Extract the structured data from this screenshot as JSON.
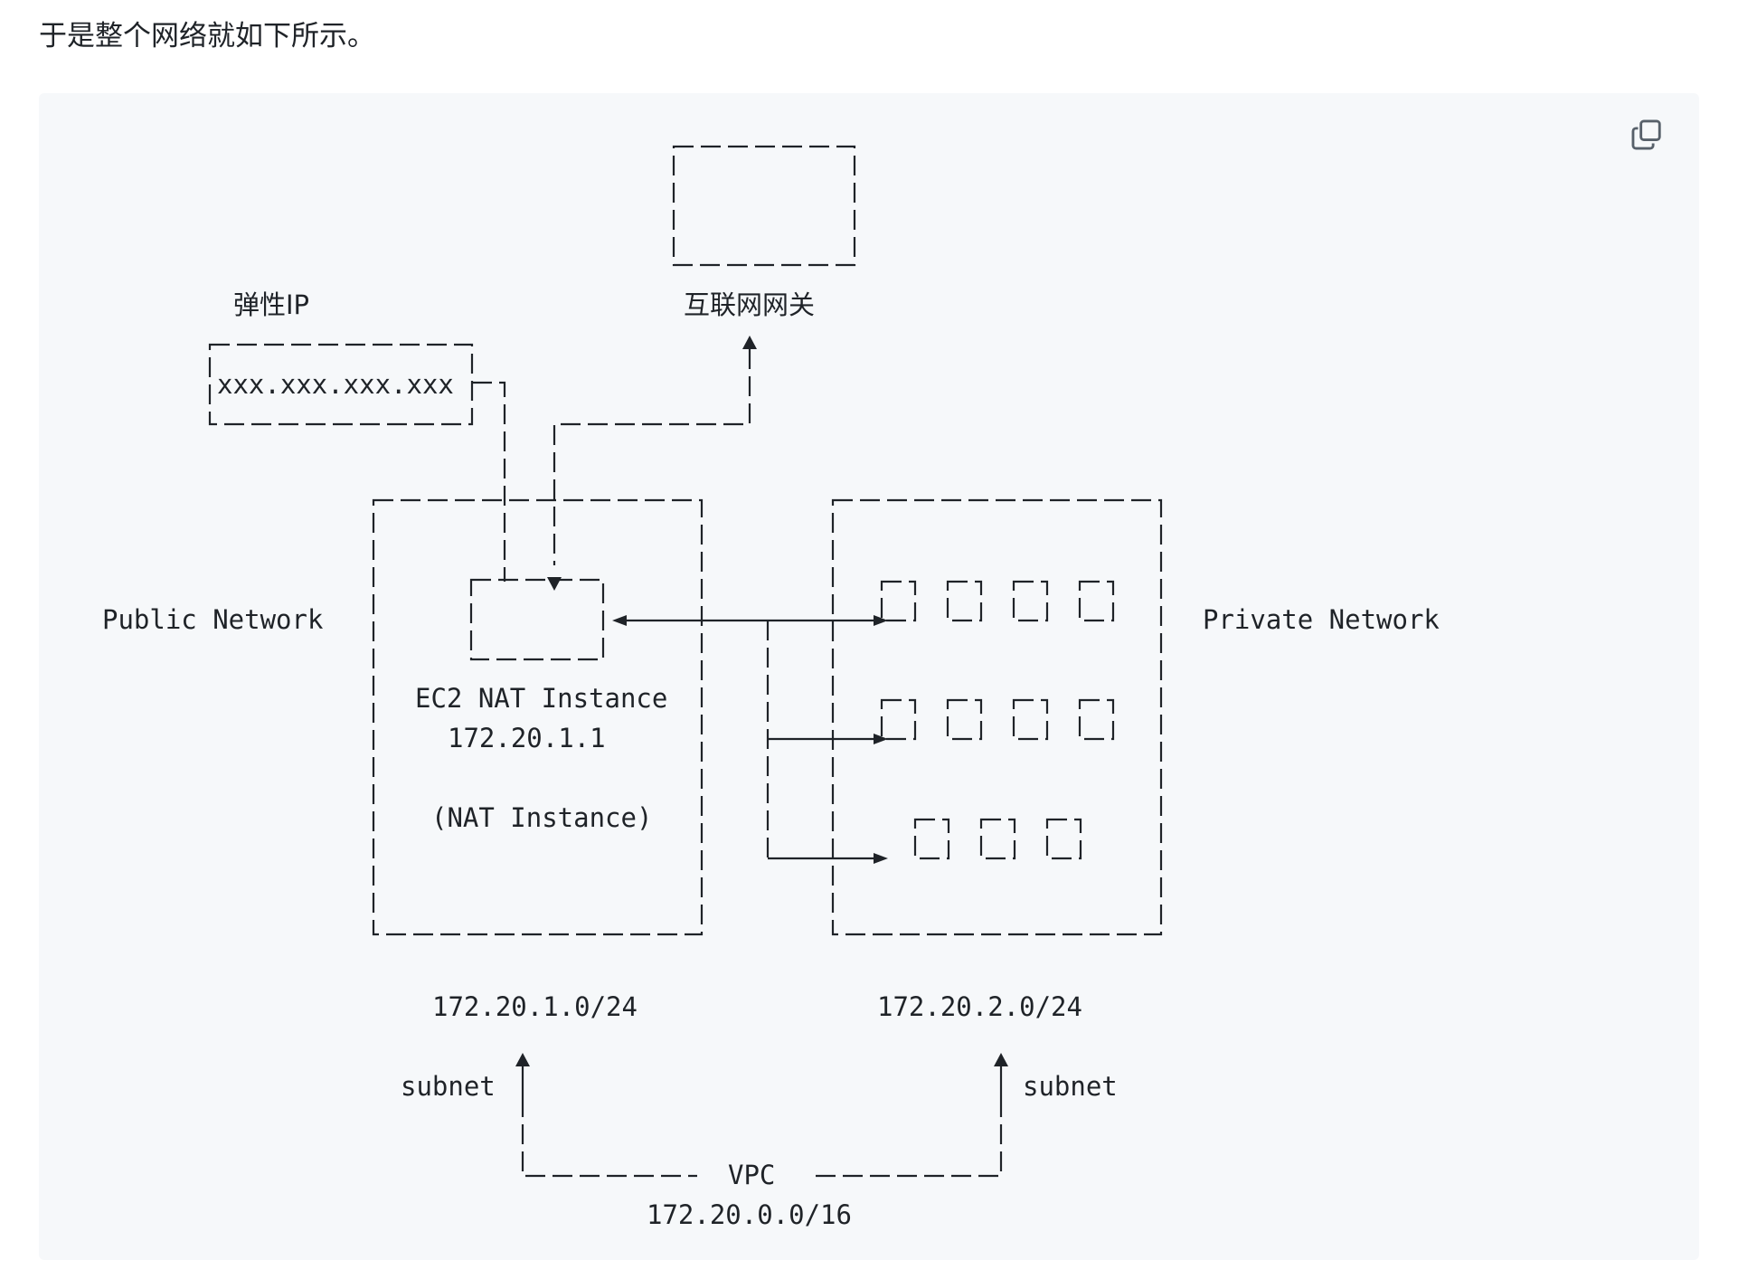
{
  "intro_text": "于是整个网络就如下所示。",
  "copy_button": {
    "icon": "copy-icon"
  },
  "diagram": {
    "elastic_ip_label": "弹性IP",
    "elastic_ip_value": "xxx.xxx.xxx.xxx",
    "internet_gateway_label": "互联网网关",
    "public_network_label": "Public Network",
    "private_network_label": "Private Network",
    "nat_instance_name": "EC2 NAT Instance",
    "nat_instance_ip": "172.20.1.1",
    "nat_instance_role": "(NAT Instance)",
    "public_subnet_cidr": "172.20.1.0/24",
    "private_subnet_cidr": "172.20.2.0/24",
    "subnet_label_left": "subnet",
    "subnet_label_right": "subnet",
    "vpc_label": "VPC",
    "vpc_cidr": "172.20.0.0/16",
    "private_hosts_rows": [
      4,
      4,
      3
    ]
  }
}
